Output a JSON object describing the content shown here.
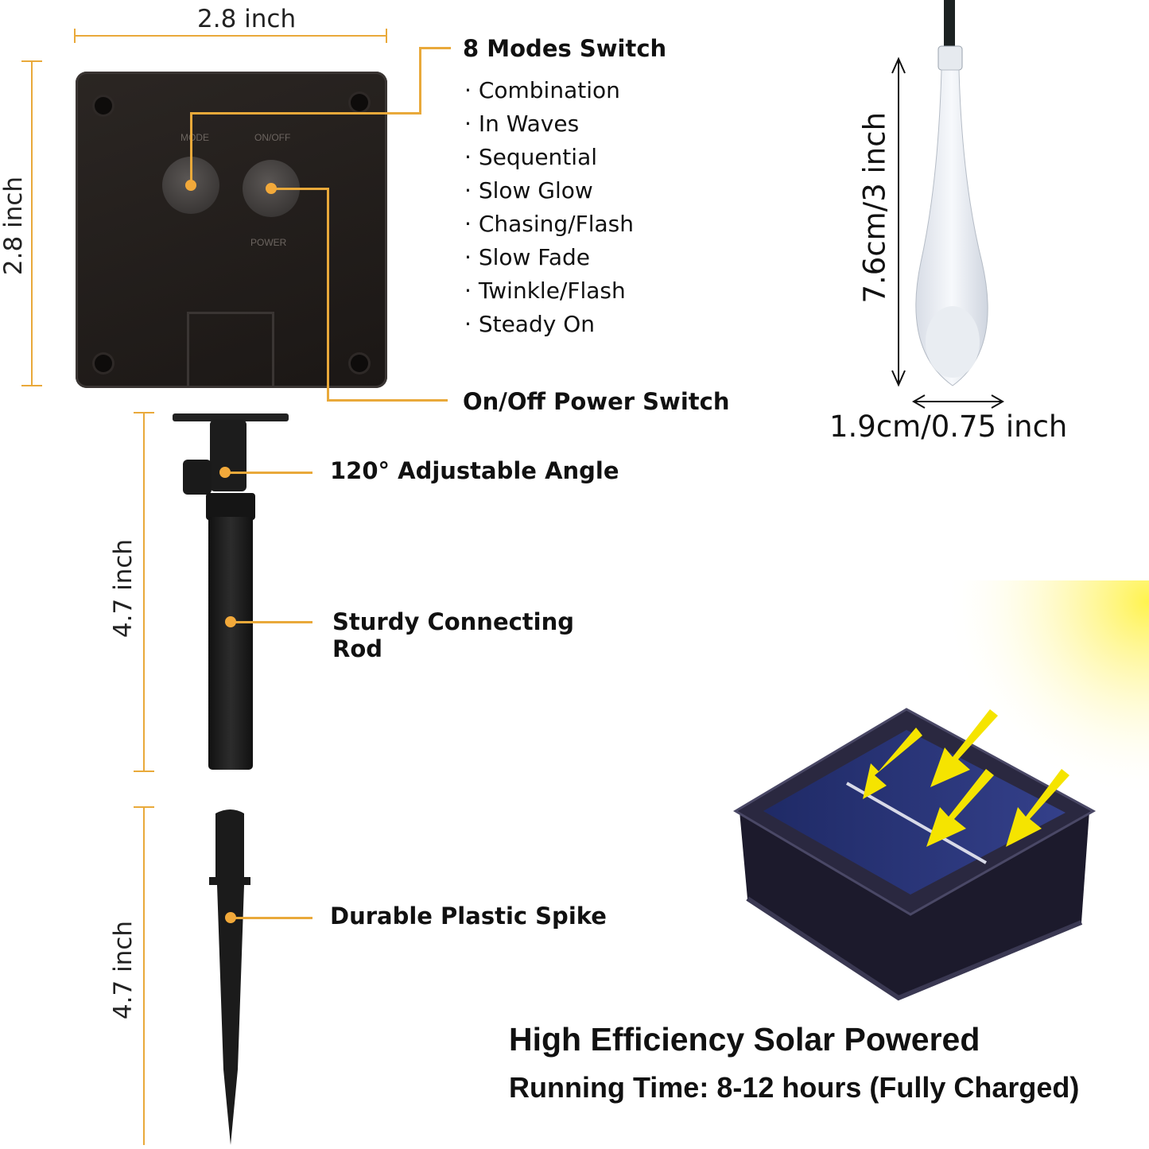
{
  "accent_color": "#f2a93a",
  "dimensions": {
    "box_width": "2.8 inch",
    "box_height": "2.8 inch",
    "rod_height": "4.7 inch",
    "spike_height": "4.7 inch",
    "bulb_height": "7.6cm/3 inch",
    "bulb_width": "1.9cm/0.75 inch"
  },
  "control_box": {
    "mode_label": "MODE",
    "onoff_label": "ON/OFF",
    "power_label": "POWER"
  },
  "modes": {
    "title": "8 Modes Switch",
    "items": [
      "Combination",
      "In Waves",
      "Sequential",
      "Slow Glow",
      "Chasing/Flash",
      "Slow Fade",
      "Twinkle/Flash",
      "Steady On"
    ]
  },
  "callouts": {
    "power_switch": "On/Off Power Switch",
    "angle": "120° Adjustable Angle",
    "rod_line1": "Sturdy Connecting",
    "rod_line2": "Rod",
    "spike": "Durable Plastic Spike"
  },
  "solar": {
    "title": "High Efficiency Solar Powered",
    "running_time": "Running Time: 8-12 hours (Fully Charged)"
  }
}
